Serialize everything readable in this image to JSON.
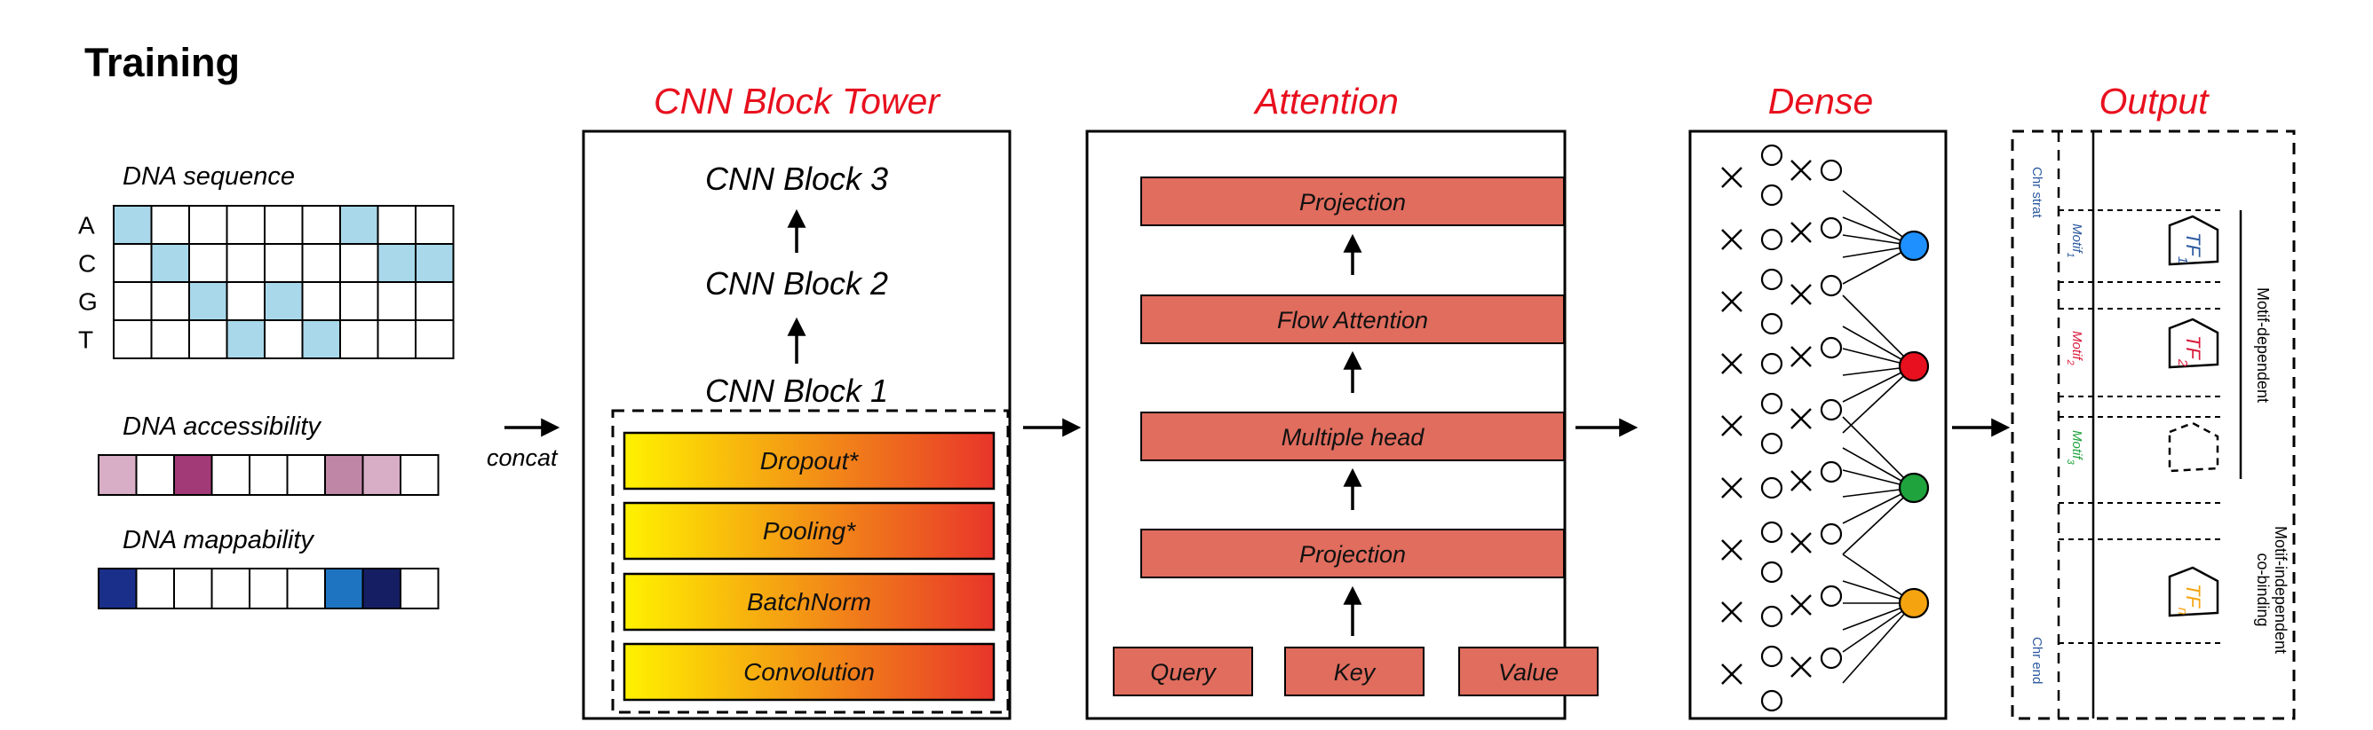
{
  "title": "Training",
  "inputs": {
    "sequence": {
      "label": "DNA sequence",
      "row_labels": [
        "A",
        "C",
        "G",
        "T"
      ],
      "highlighted": [
        [
          0,
          0
        ],
        [
          1,
          1
        ],
        [
          2,
          2
        ],
        [
          3,
          3
        ],
        [
          2,
          4
        ],
        [
          3,
          5
        ],
        [
          0,
          6
        ],
        [
          1,
          7
        ],
        [
          1,
          8
        ]
      ],
      "cell_color": "#a8d8ea"
    },
    "accessibility": {
      "label": "DNA accessibility",
      "cells": [
        "#d8aec6",
        "#ffffff",
        "#a23a77",
        "#ffffff",
        "#ffffff",
        "#ffffff",
        "#c086a6",
        "#d8aec6",
        "#ffffff"
      ]
    },
    "mappability": {
      "label": "DNA mappability",
      "cells": [
        "#1a2f8a",
        "#ffffff",
        "#ffffff",
        "#ffffff",
        "#ffffff",
        "#ffffff",
        "#1f74c2",
        "#161e63",
        "#ffffff"
      ]
    },
    "concat_label": "concat"
  },
  "cnn": {
    "title": "CNN Block Tower",
    "blocks": [
      "CNN Block 3",
      "CNN Block 2",
      "CNN Block 1"
    ],
    "layers": [
      "Dropout*",
      "Pooling*",
      "BatchNorm",
      "Convolution"
    ]
  },
  "attention": {
    "title": "Attention",
    "layers": [
      "Projection",
      "Flow Attention",
      "Multiple head",
      "Projection"
    ],
    "inputs": [
      "Query",
      "Key",
      "Value"
    ],
    "box_color": "#e06d5e"
  },
  "dense": {
    "title": "Dense",
    "output_node_colors": [
      "#1e90ff",
      "#e8101e",
      "#1fa33d",
      "#f5a30f"
    ]
  },
  "output": {
    "title": "Output",
    "chr_start": "Chr strat",
    "chr_end": "Chr end",
    "motif_labels": [
      {
        "text": "Motif",
        "sub": "1",
        "color": "#2c5aa0"
      },
      {
        "text": "Motif",
        "sub": "2",
        "color": "#d81b3c"
      },
      {
        "text": "Motif",
        "sub": "3",
        "color": "#1fa33d"
      }
    ],
    "tf_labels": [
      {
        "text": "TF",
        "sub": "1",
        "color": "#2c5aa0"
      },
      {
        "text": "TF",
        "sub": "2",
        "color": "#d81b3c"
      },
      {
        "text": "TF",
        "sub": "n",
        "color": "#f5a30f"
      }
    ],
    "motif_dependent": "Motif-dependent",
    "motif_independent": [
      "Motif-independent",
      "co-binding"
    ]
  },
  "colors": {
    "section_title": "#e8101e",
    "grad_start": "#fff200",
    "grad_end": "#e8352a"
  }
}
